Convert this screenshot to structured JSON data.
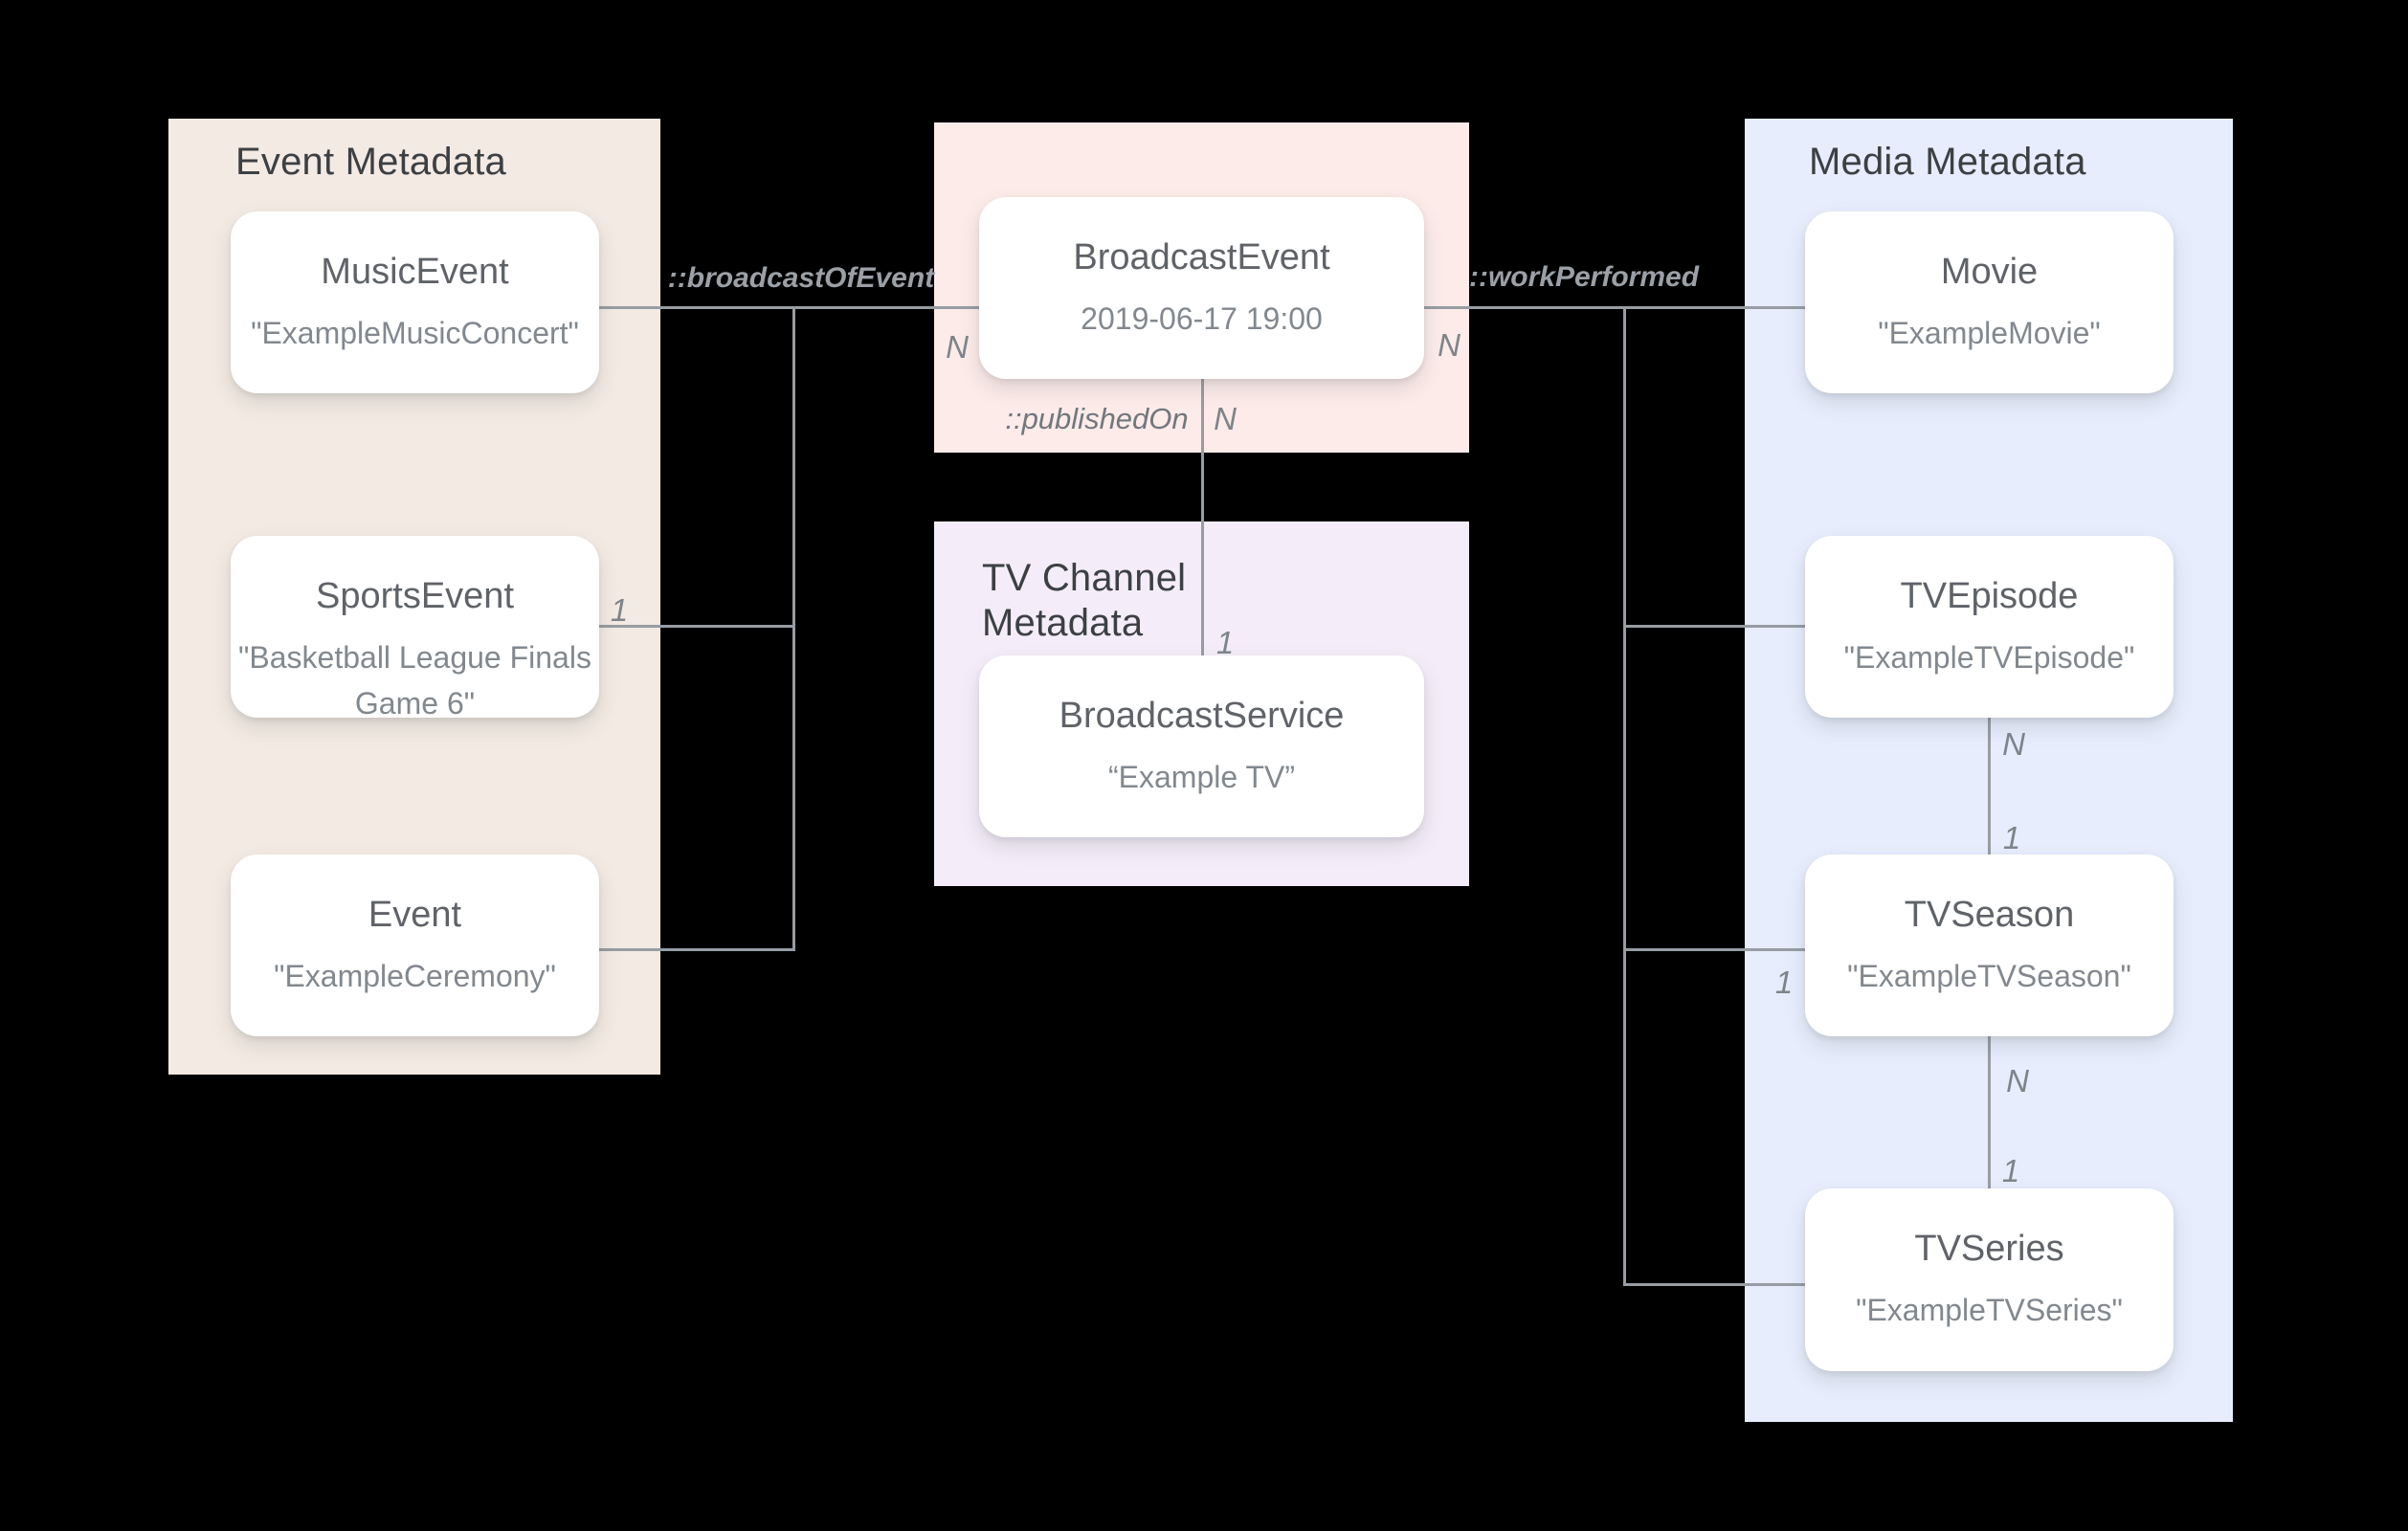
{
  "colors": {
    "background": "#000000",
    "connector": "#979da3",
    "panel_event_bg": "#f3eae3",
    "panel_broadcast_bg": "#fcebe9",
    "panel_tv_channel_bg": "#f4edf9",
    "panel_media_bg": "#e7edfc",
    "card_bg": "#ffffff",
    "panel_title_color": "#3c4043",
    "card_title_color": "#5f6368",
    "card_value_color": "#82888e"
  },
  "panels": {
    "event": {
      "title": "Event Metadata"
    },
    "tv_channel": {
      "title": "TV Channel Metadata"
    },
    "media": {
      "title": "Media Metadata"
    }
  },
  "cards": {
    "music_event": {
      "title": "MusicEvent",
      "value": "\"ExampleMusicConcert\""
    },
    "sports_event": {
      "title": "SportsEvent",
      "value": "\"Basketball League Finals Game 6\""
    },
    "event": {
      "title": "Event",
      "value": "\"ExampleCeremony\""
    },
    "broadcast_event": {
      "title": "BroadcastEvent",
      "value": "2019-06-17 19:00"
    },
    "broadcast_service": {
      "title": "BroadcastService",
      "value": "“Example TV”"
    },
    "movie": {
      "title": "Movie",
      "value": "\"ExampleMovie\""
    },
    "tv_episode": {
      "title": "TVEpisode",
      "value": "\"ExampleTVEpisode\""
    },
    "tv_season": {
      "title": "TVSeason",
      "value": "\"ExampleTVSeason\""
    },
    "tv_series": {
      "title": "TVSeries",
      "value": "\"ExampleTVSeries\""
    }
  },
  "relationships": {
    "broadcast_of_event": "::broadcastOfEvent",
    "work_performed": "::workPerformed",
    "published_on": "::publishedOn"
  },
  "cardinalities": {
    "broadcast_of_event_n": "N",
    "work_performed_n": "N",
    "published_on_n": "N",
    "published_on_1": "1",
    "sports_event_1": "1",
    "tv_season_1": "1",
    "episode_season_n": "N",
    "episode_season_1": "1",
    "season_series_n": "N",
    "season_series_1": "1"
  }
}
